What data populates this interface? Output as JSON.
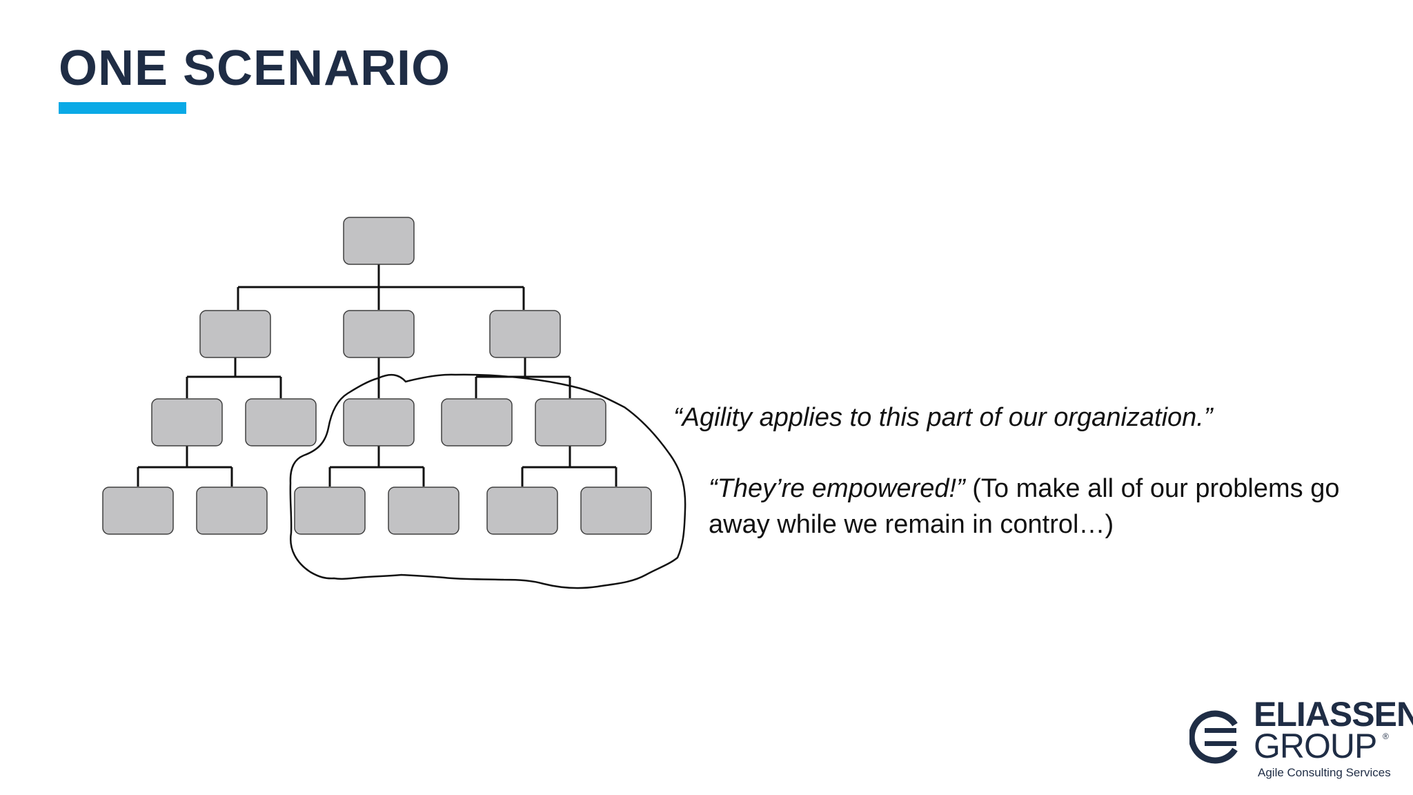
{
  "slide": {
    "title": "ONE SCENARIO",
    "quote_agility": "“Agility applies to this part of our organization.”",
    "quote_empowered_italic": "“They’re empowered!”",
    "quote_empowered_rest": " (To make all of our problems go away while we remain in control…)"
  },
  "logo": {
    "name_line1": "ELIASSEN",
    "name_line2": "GROUP",
    "registered_mark": "®",
    "tagline": "Agile Consulting Services",
    "icon": "eliassen-circle-e-icon"
  },
  "colors": {
    "title": "#1f2d45",
    "accent": "#0aa9e6",
    "node_fill": "#c2c2c4",
    "node_border": "#3f3f3f",
    "line": "#111111"
  }
}
